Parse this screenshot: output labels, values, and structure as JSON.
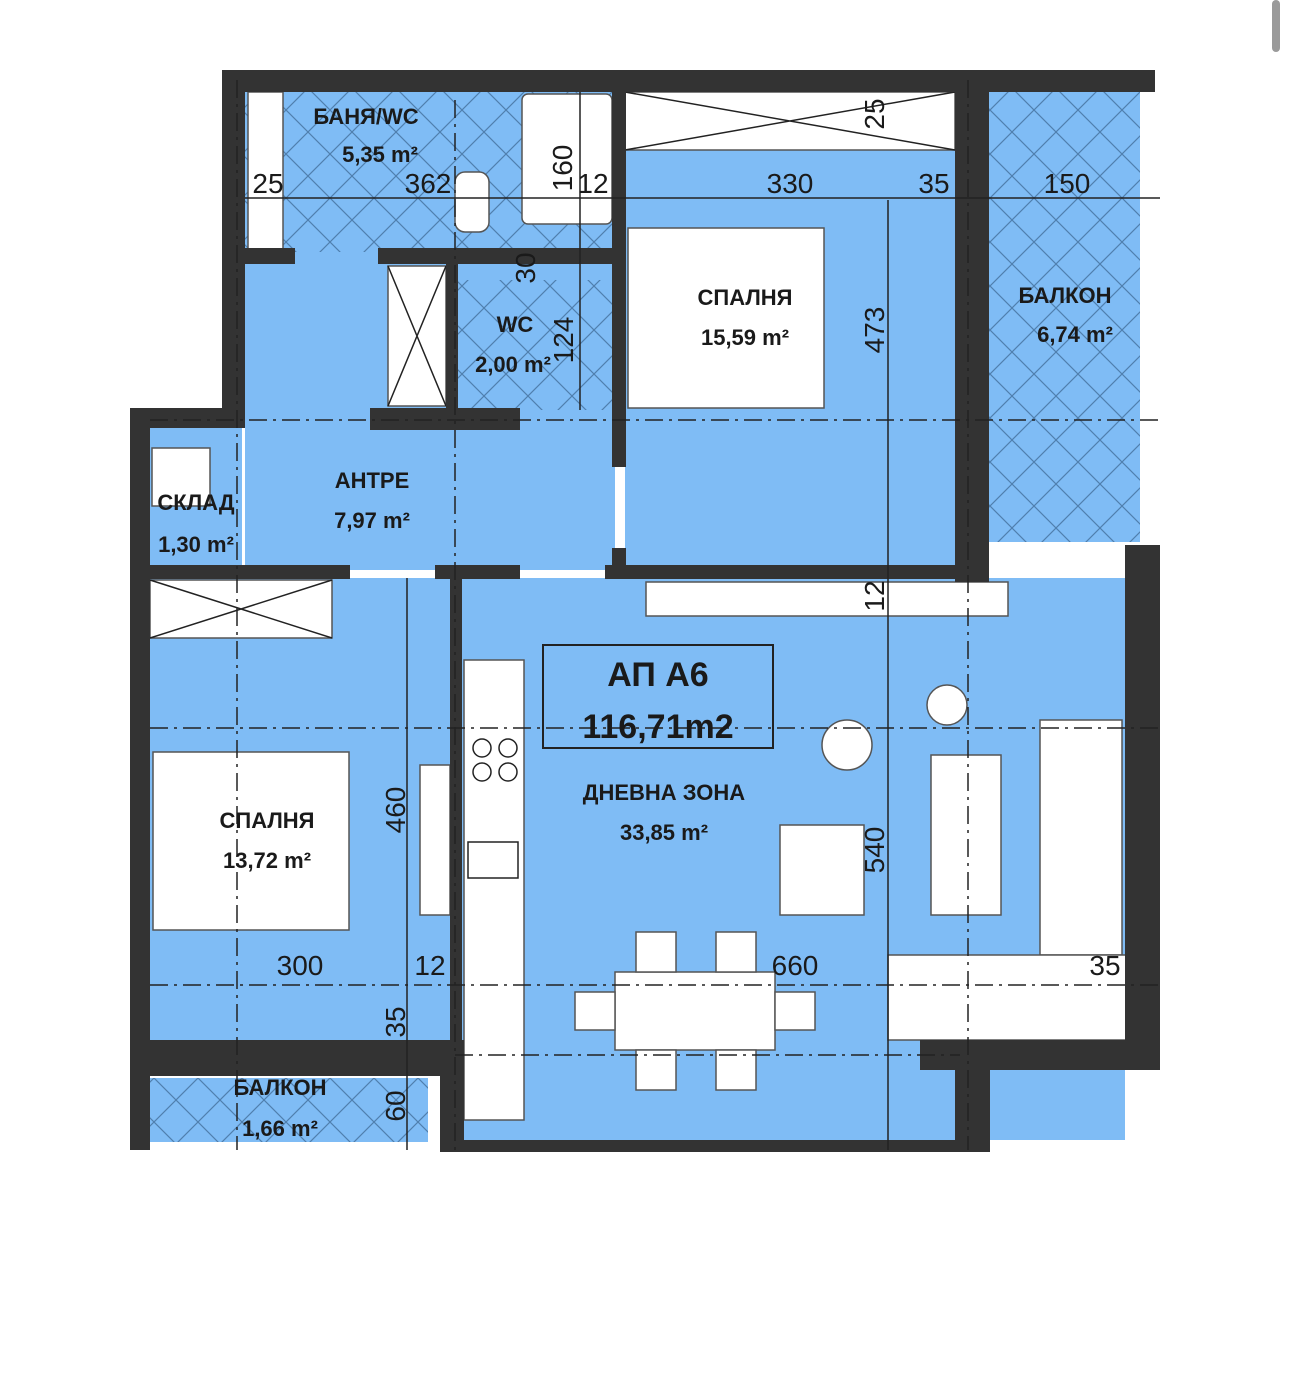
{
  "colors": {
    "room_fill": "#7fbcf5",
    "wall": "#333333",
    "hatch": "#5a8fc4"
  },
  "apartment": {
    "name": "АП А6",
    "total_area": "116,71m2"
  },
  "rooms": [
    {
      "name": "БАНЯ/WC",
      "area": "5,35 m²"
    },
    {
      "name": "СПАЛНЯ",
      "area": "15,59 m²"
    },
    {
      "name": "БАЛКОН",
      "area": "6,74 m²"
    },
    {
      "name": "WC",
      "area": "2,00 m²"
    },
    {
      "name": "АНТРЕ",
      "area": "7,97 m²"
    },
    {
      "name": "СКЛАД",
      "area": "1,30 m²"
    },
    {
      "name": "ДНЕВНА ЗОНА",
      "area": "33,85 m²"
    },
    {
      "name": "СПАЛНЯ",
      "area": "13,72 m²"
    },
    {
      "name": "БАЛКОН",
      "area": "1,66 m²"
    }
  ],
  "dimensions": {
    "top": [
      "25",
      "362",
      "160",
      "12",
      "330",
      "35",
      "150"
    ],
    "closet_vertical": "25",
    "wc_upper": "30",
    "wc_height": "124",
    "bedroom_height": "473",
    "living_top": "12",
    "bedroom2_height": "460",
    "living_height": "540",
    "bottom": [
      "300",
      "12",
      "660",
      "35"
    ],
    "balcony_wall": "35",
    "balcony_depth": "60"
  }
}
